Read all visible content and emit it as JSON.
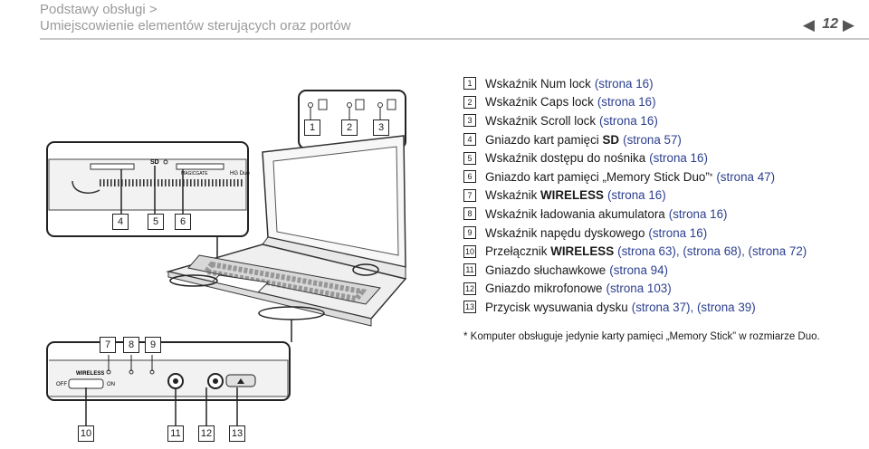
{
  "header": {
    "title_line1": "Podstawy obsługi >",
    "title_line2": "Umiejscowienie elementów sterujących oraz portów",
    "page_number": "12",
    "prev_arrow": "◀",
    "next_arrow": "▶"
  },
  "callouts": [
    {
      "num": "1",
      "name": "Wskaźnik Num lock",
      "ref": "(strona 16)"
    },
    {
      "num": "2",
      "name": "Wskaźnik Caps lock",
      "ref": "(strona 16)"
    },
    {
      "num": "3",
      "name": "Wskaźnik Scroll lock",
      "ref": "(strona 16)"
    },
    {
      "num": "4",
      "name_pre": "Gniazdo kart pamięci ",
      "name_bold": "SD",
      "ref": "(strona 57)"
    },
    {
      "num": "5",
      "name": "Wskaźnik dostępu do nośnika",
      "ref": "(strona 16)"
    },
    {
      "num": "6",
      "name": "Gniazdo kart pamięci „Memory Stick Duo”",
      "sup": "*",
      "ref": "(strona 47)"
    },
    {
      "num": "7",
      "name_pre": "Wskaźnik ",
      "name_bold": "WIRELESS",
      "ref": "(strona 16)"
    },
    {
      "num": "8",
      "name": "Wskaźnik ładowania akumulatora",
      "ref": "(strona 16)"
    },
    {
      "num": "9",
      "name": "Wskaźnik napędu dyskowego",
      "ref": "(strona 16)"
    },
    {
      "num": "10",
      "name_pre": "Przełącznik ",
      "name_bold": "WIRELESS",
      "ref": "(strona 63), (strona 68), (strona 72)"
    },
    {
      "num": "11",
      "name": "Gniazdo słuchawkowe",
      "ref": "(strona 94)"
    },
    {
      "num": "12",
      "name": "Gniazdo mikrofonowe",
      "ref": "(strona 103)"
    },
    {
      "num": "13",
      "name": "Przycisk wysuwania dysku",
      "ref": "(strona 37), (strona 39)"
    }
  ],
  "footnote": "*  Komputer obsługuje jedynie karty pamięci „Memory Stick” w rozmiarze Duo.",
  "diagram": {
    "sd_label": "SD",
    "magicgate_label": "MAGICGATE",
    "hgduo_label": "HG Duo",
    "wireless_label": "WIRELESS",
    "off_label": "OFF",
    "on_label": "ON",
    "box_labels": [
      "1",
      "2",
      "3",
      "4",
      "5",
      "6",
      "7",
      "8",
      "9",
      "10",
      "11",
      "12",
      "13"
    ]
  }
}
